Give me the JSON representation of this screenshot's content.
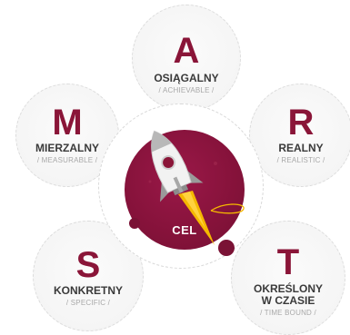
{
  "items": [
    {
      "letter": "A",
      "word": "OSIĄGALNY",
      "sub": "/ ACHIEVABLE /"
    },
    {
      "letter": "M",
      "word": "MIERZALNY",
      "sub": "/ MEASURABLE /"
    },
    {
      "letter": "R",
      "word": "REALNY",
      "sub": "/ REALISTIC /"
    },
    {
      "letter": "S",
      "word": "KONKRETNY",
      "sub": "/ SPECIFIC /"
    },
    {
      "letter": "T",
      "word_line1": "OKREŚLONY",
      "word_line2": "W CZASIE",
      "sub": "/ TIME BOUND /"
    }
  ],
  "center": {
    "label": "CEL",
    "icon": "rocket-icon"
  },
  "colors": {
    "accent": "#8a1538",
    "flame": "#f5b800",
    "text": "#3a3a3a",
    "muted": "#a8a8a8"
  }
}
